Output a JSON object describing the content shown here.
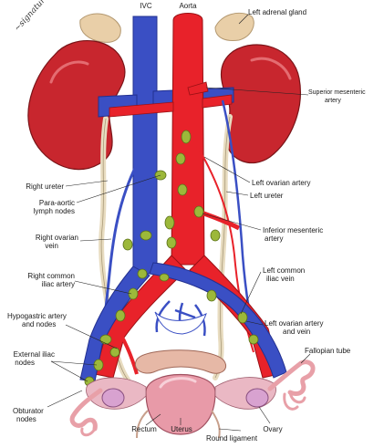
{
  "labels": {
    "ivc": "IVC",
    "aorta": "Aorta",
    "left_adrenal_gland": "Left adrenal gland",
    "superior_mesenteric_artery_1": "Superior mesenteric",
    "superior_mesenteric_artery_2": "artery",
    "right_ureter": "Right ureter",
    "para_aortic_1": "Para-aortic",
    "para_aortic_2": "lymph nodes",
    "left_ovarian_artery": "Left ovarian artery",
    "left_ureter": "Left ureter",
    "right_ovarian_vein_1": "Right ovarian",
    "right_ovarian_vein_2": "vein",
    "inferior_mesenteric_1": "Inferior mesenteric",
    "inferior_mesenteric_2": "artery",
    "right_common_iliac_1": "Right common",
    "right_common_iliac_2": "iliac artery",
    "left_common_iliac_1": "Left common",
    "left_common_iliac_2": "iliac vein",
    "hypogastric_1": "Hypogastric artery",
    "hypogastric_2": "and nodes",
    "left_ovarian_av_1": "Left ovarian artery",
    "left_ovarian_av_2": "and vein",
    "external_iliac_1": "External iliac",
    "external_iliac_2": "nodes",
    "fallopian_tube": "Fallopian tube",
    "obturator_1": "Obturator",
    "obturator_2": "nodes",
    "rectum": "Rectum",
    "uterus": "Uterus",
    "ovary": "Ovary",
    "round_ligament": "Round ligament"
  },
  "colors": {
    "artery": "#e8222a",
    "vein": "#3a4fc4",
    "kidney": "#c8262e",
    "node": "#9cb83a",
    "ureter": "#e8dcc0",
    "uterus": "#e89aa8"
  }
}
